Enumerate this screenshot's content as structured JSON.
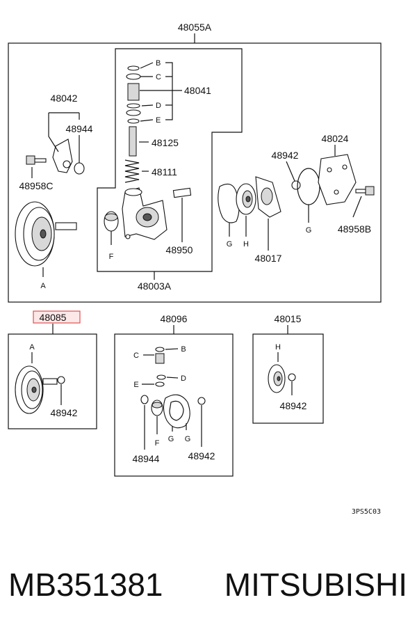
{
  "main_assembly": {
    "label": "48055A",
    "sub_assembly_label": "48003A",
    "parts": {
      "p48042": "48042",
      "p48944": "48944",
      "p48958C": "48958C",
      "p48041": "48041",
      "p48125": "48125",
      "p48111": "48111",
      "p48950": "48950",
      "p48942": "48942",
      "p48024": "48024",
      "p48958B": "48958B",
      "p48017": "48017"
    },
    "letters": {
      "A": "A",
      "B": "B",
      "C": "C",
      "D": "D",
      "E": "E",
      "F": "F",
      "G": "G",
      "H": "H"
    }
  },
  "kit_48085": {
    "label": "48085",
    "highlight_color": "#e05050",
    "highlight_fill": "#fde8e8",
    "part_48942": "48942",
    "letter_A": "A"
  },
  "kit_48096": {
    "label": "48096",
    "part_48944": "48944",
    "part_48942": "48942",
    "letters": {
      "B": "B",
      "C": "C",
      "D": "D",
      "E": "E",
      "F": "F",
      "G1": "G",
      "G2": "G"
    }
  },
  "kit_48015": {
    "label": "48015",
    "part_48942": "48942",
    "letter_H": "H"
  },
  "diagram_code": "3PS5C03",
  "footer": {
    "part_number": "MB351381",
    "brand": "MITSUBISHI"
  }
}
